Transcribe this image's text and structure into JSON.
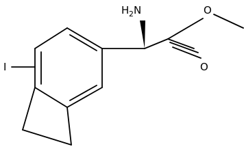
{
  "atoms": {
    "amine_H": "H",
    "amine_2": "2",
    "amine_N": "N",
    "carbonyl_O": "O",
    "ester_O": "O",
    "iodine": "I"
  },
  "colors": {
    "bond": "#000000",
    "background": "#ffffff"
  }
}
